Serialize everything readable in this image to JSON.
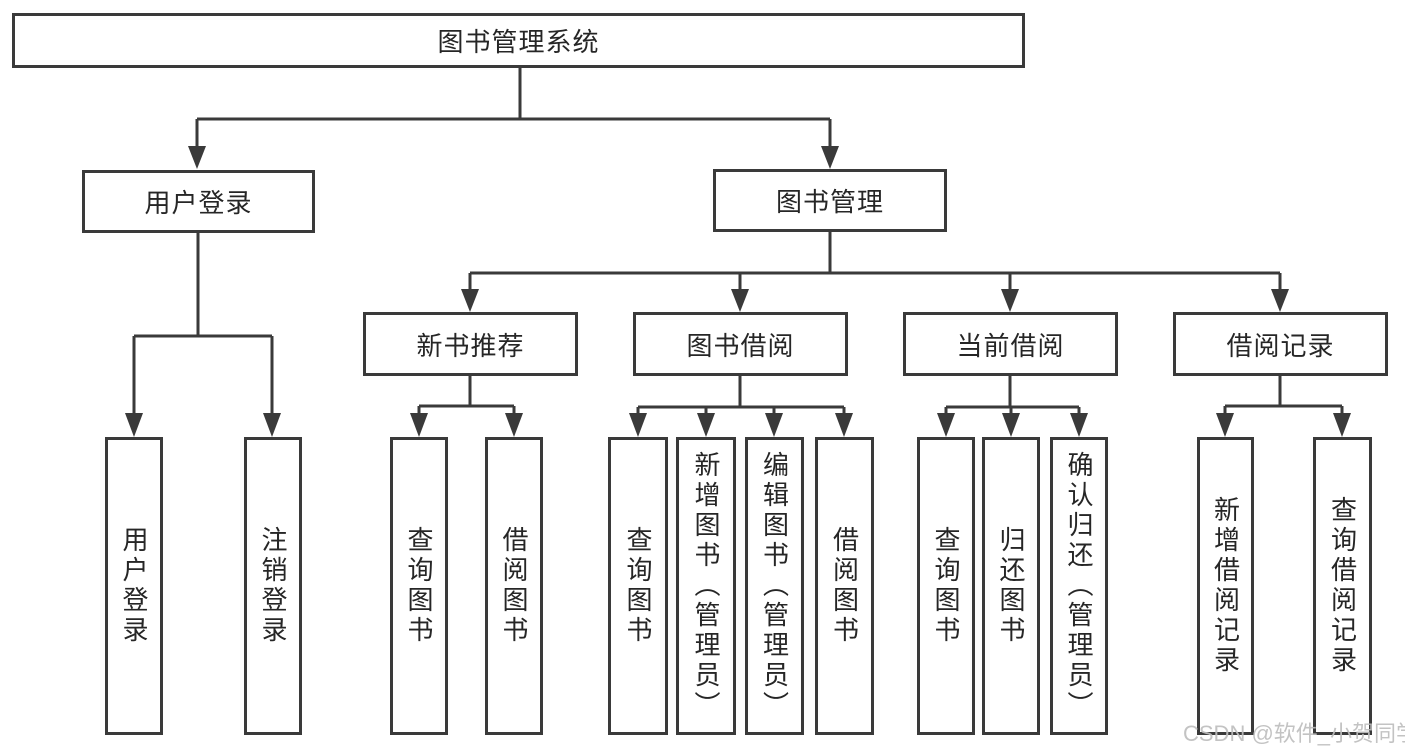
{
  "colors": {
    "line": "#3a3a3a",
    "border": "#3a3a3a",
    "text": "#262626",
    "background": "#ffffff",
    "watermark": "#bebebe"
  },
  "watermark": "CSDN @软件_小贺同学",
  "nodes": {
    "root": "图书管理系统",
    "userLogin": "用户登录",
    "bookMgmt": "图书管理",
    "newRec": "新书推荐",
    "bookBorrow": "图书借阅",
    "currentBorrow": "当前借阅",
    "borrowRecord": "借阅记录",
    "loginUser": "用户登录",
    "loginLogout": "注销登录",
    "recQuery": "查询图书",
    "recBorrow": "借阅图书",
    "bbQuery": "查询图书",
    "bbAdd": "新增图书（管理员）",
    "bbEdit": "编辑图书（管理员）",
    "bbBorrow": "借阅图书",
    "cbQuery": "查询图书",
    "cbReturn": "归还图书",
    "cbConfirm": "确认归还（管理员）",
    "brAdd": "新增借阅记录",
    "brQuery": "查询借阅记录"
  },
  "hierarchy": {
    "图书管理系统": {
      "用户登录": [
        "用户登录",
        "注销登录"
      ],
      "图书管理": {
        "新书推荐": [
          "查询图书",
          "借阅图书"
        ],
        "图书借阅": [
          "查询图书",
          "新增图书（管理员）",
          "编辑图书（管理员）",
          "借阅图书"
        ],
        "当前借阅": [
          "查询图书",
          "归还图书",
          "确认归还（管理员）"
        ],
        "借阅记录": [
          "新增借阅记录",
          "查询借阅记录"
        ]
      }
    }
  }
}
